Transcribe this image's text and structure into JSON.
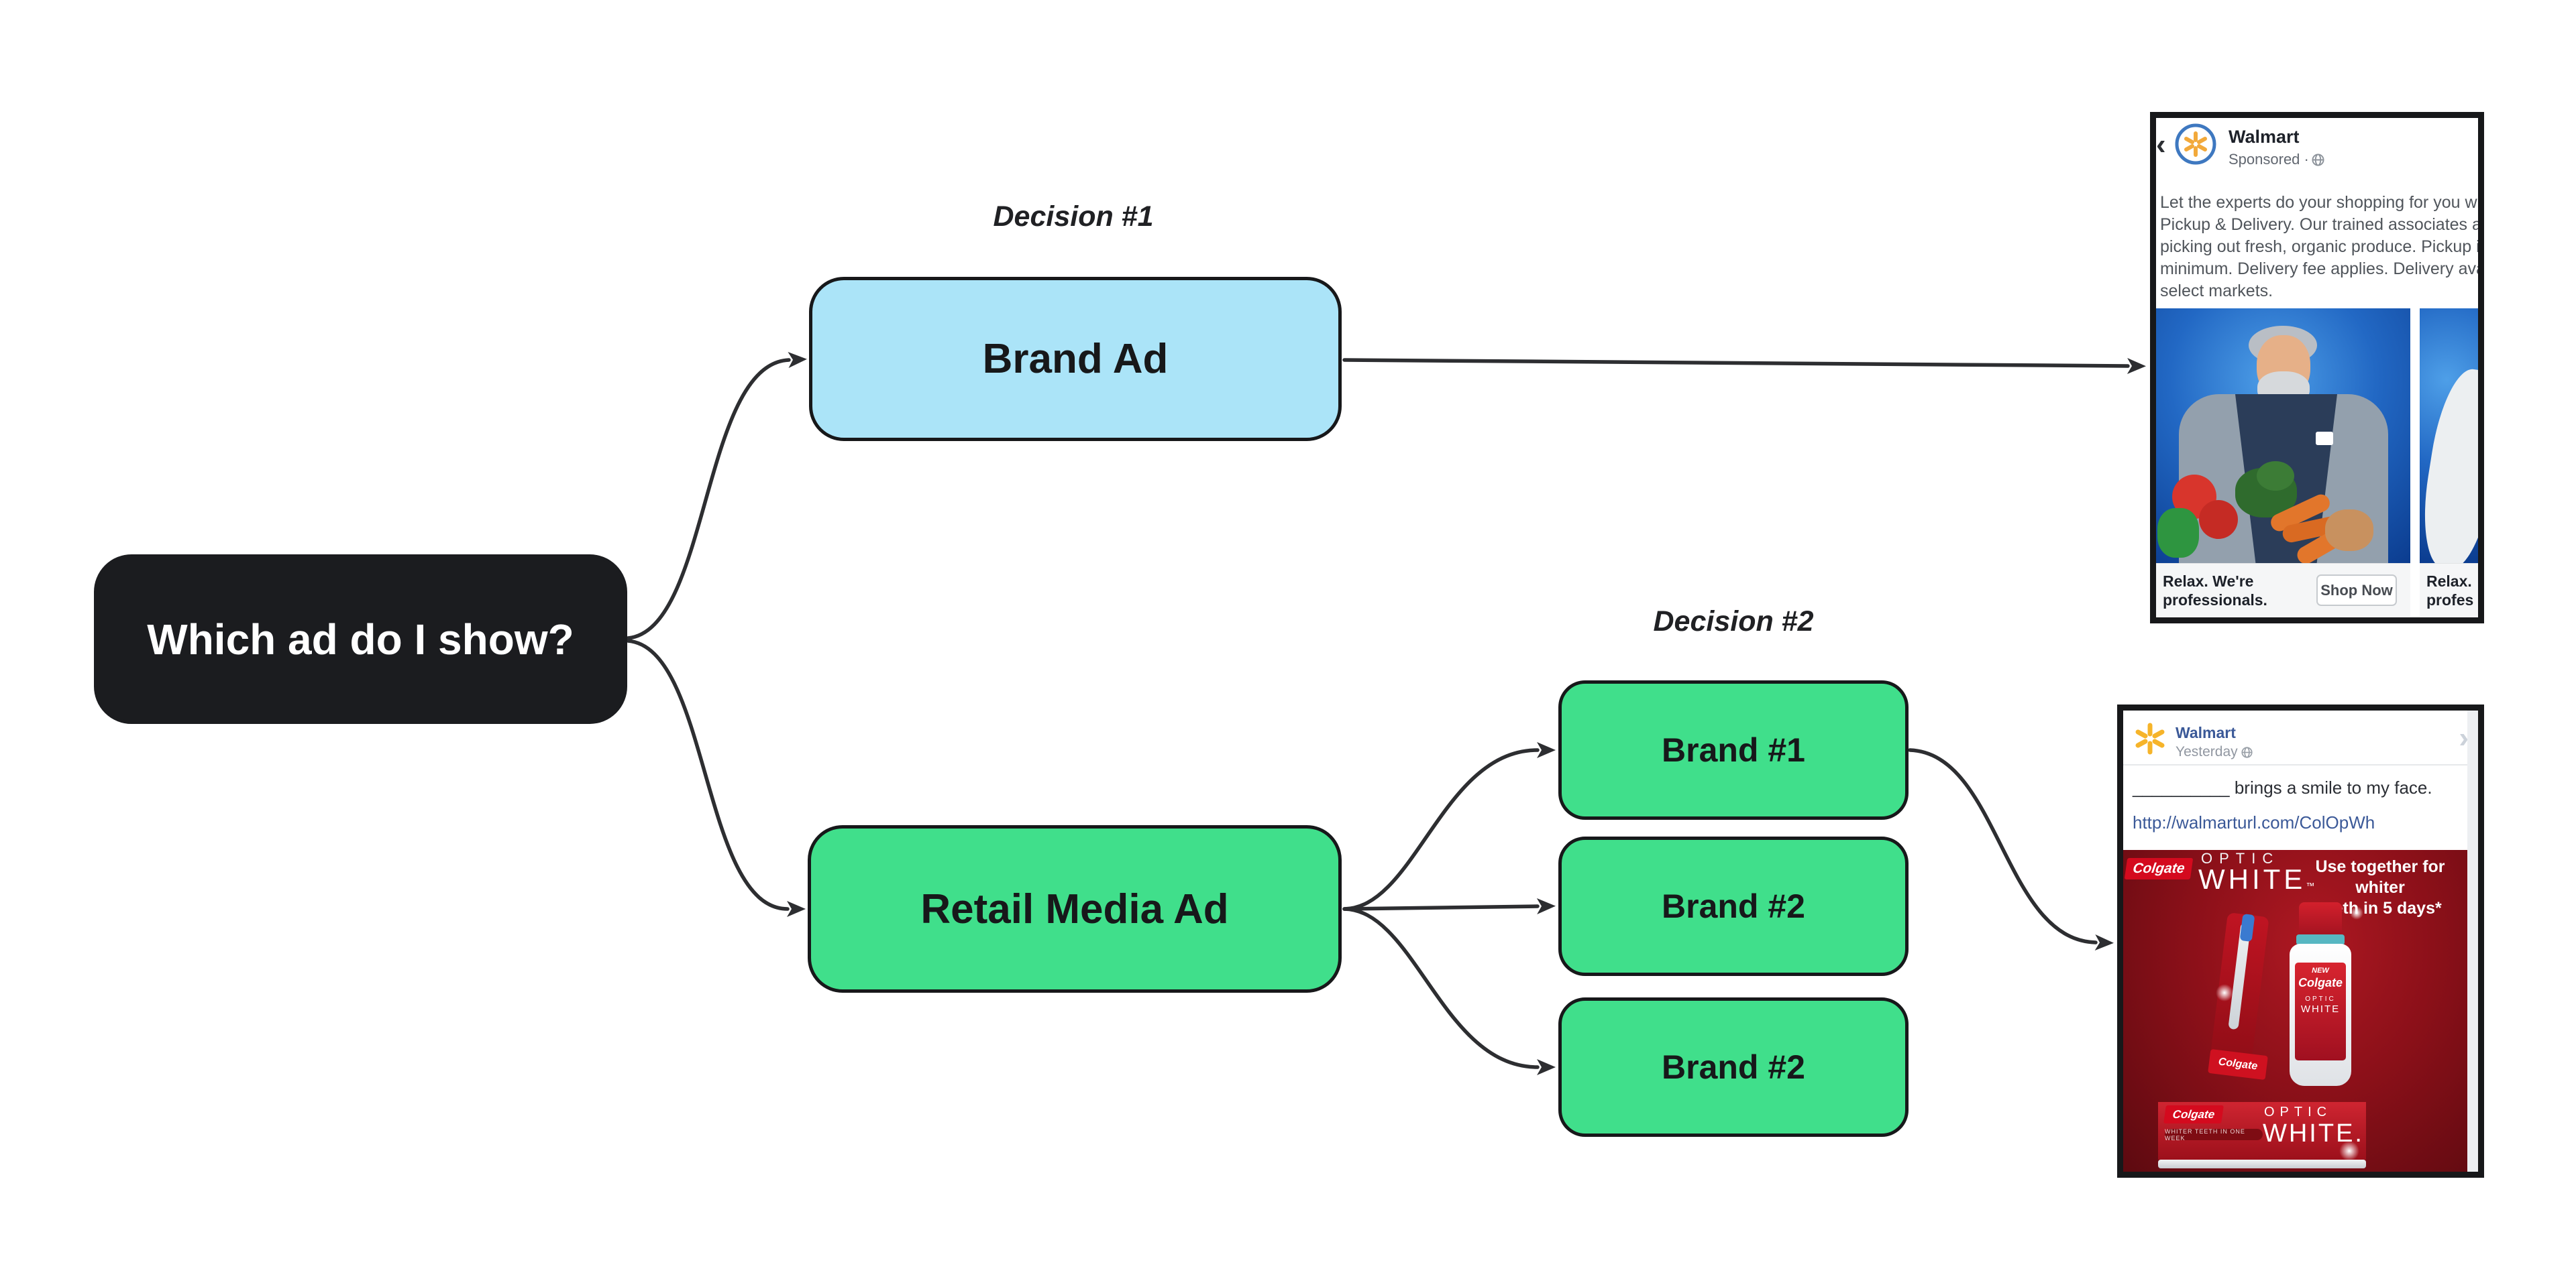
{
  "diagram": {
    "root_label": "Which ad do I show?",
    "decision1_label": "Decision #1",
    "decision2_label": "Decision #2",
    "brand_ad_label": "Brand Ad",
    "retail_media_label": "Retail Media Ad",
    "brand1_label": "Brand #1",
    "brand2_label": "Brand #2",
    "brand3_label": "Brand #2",
    "colors": {
      "brand_ad_fill": "#abe4f8",
      "retail_fill": "#40df8b",
      "root_fill": "#1b1c1f",
      "arrow": "#2d2e31",
      "node_border": "#17181a"
    }
  },
  "brand_ad_example": {
    "back_icon": "‹",
    "advertiser": "Walmart",
    "meta": "Sponsored · ",
    "body_lines": [
      "Let the experts do your shopping for you with Gro",
      "Pickup & Delivery. Our trained associates are pros",
      "picking out fresh, organic produce. Pickup is free.",
      "minimum. Delivery fee applies. Delivery available i",
      "select markets."
    ],
    "card1": {
      "caption_line1": "Relax. We're",
      "caption_line2": "professionals.",
      "cta": "Shop Now"
    },
    "card2": {
      "caption_line1": "Relax.",
      "caption_line2": "profes"
    }
  },
  "retail_ad_example": {
    "advertiser": "Walmart",
    "meta": "Yesterday",
    "curl_icon": "›",
    "post_blank": "__________",
    "post_text": " brings a smile to my face.",
    "link": "http://walmarturl.com/ColOpWh",
    "hero": {
      "brand": "Colgate",
      "product_line1": "OPTIC",
      "product_line2": "WHITE",
      "tm": "™",
      "claim_line1": "Use together for whiter",
      "claim_line2": "teeth in 5 days*",
      "new_badge": "NEW",
      "bottle_brand": "Colgate",
      "bottle_line1": "OPTIC",
      "bottle_line2": "WHITE",
      "box_brand": "Colgate",
      "box_claim": "WHITER TEETH IN ONE WEEK",
      "podium_line1": "OPTIC",
      "podium_line2": "WHITE.",
      "brush_tag": "Colgate"
    }
  }
}
